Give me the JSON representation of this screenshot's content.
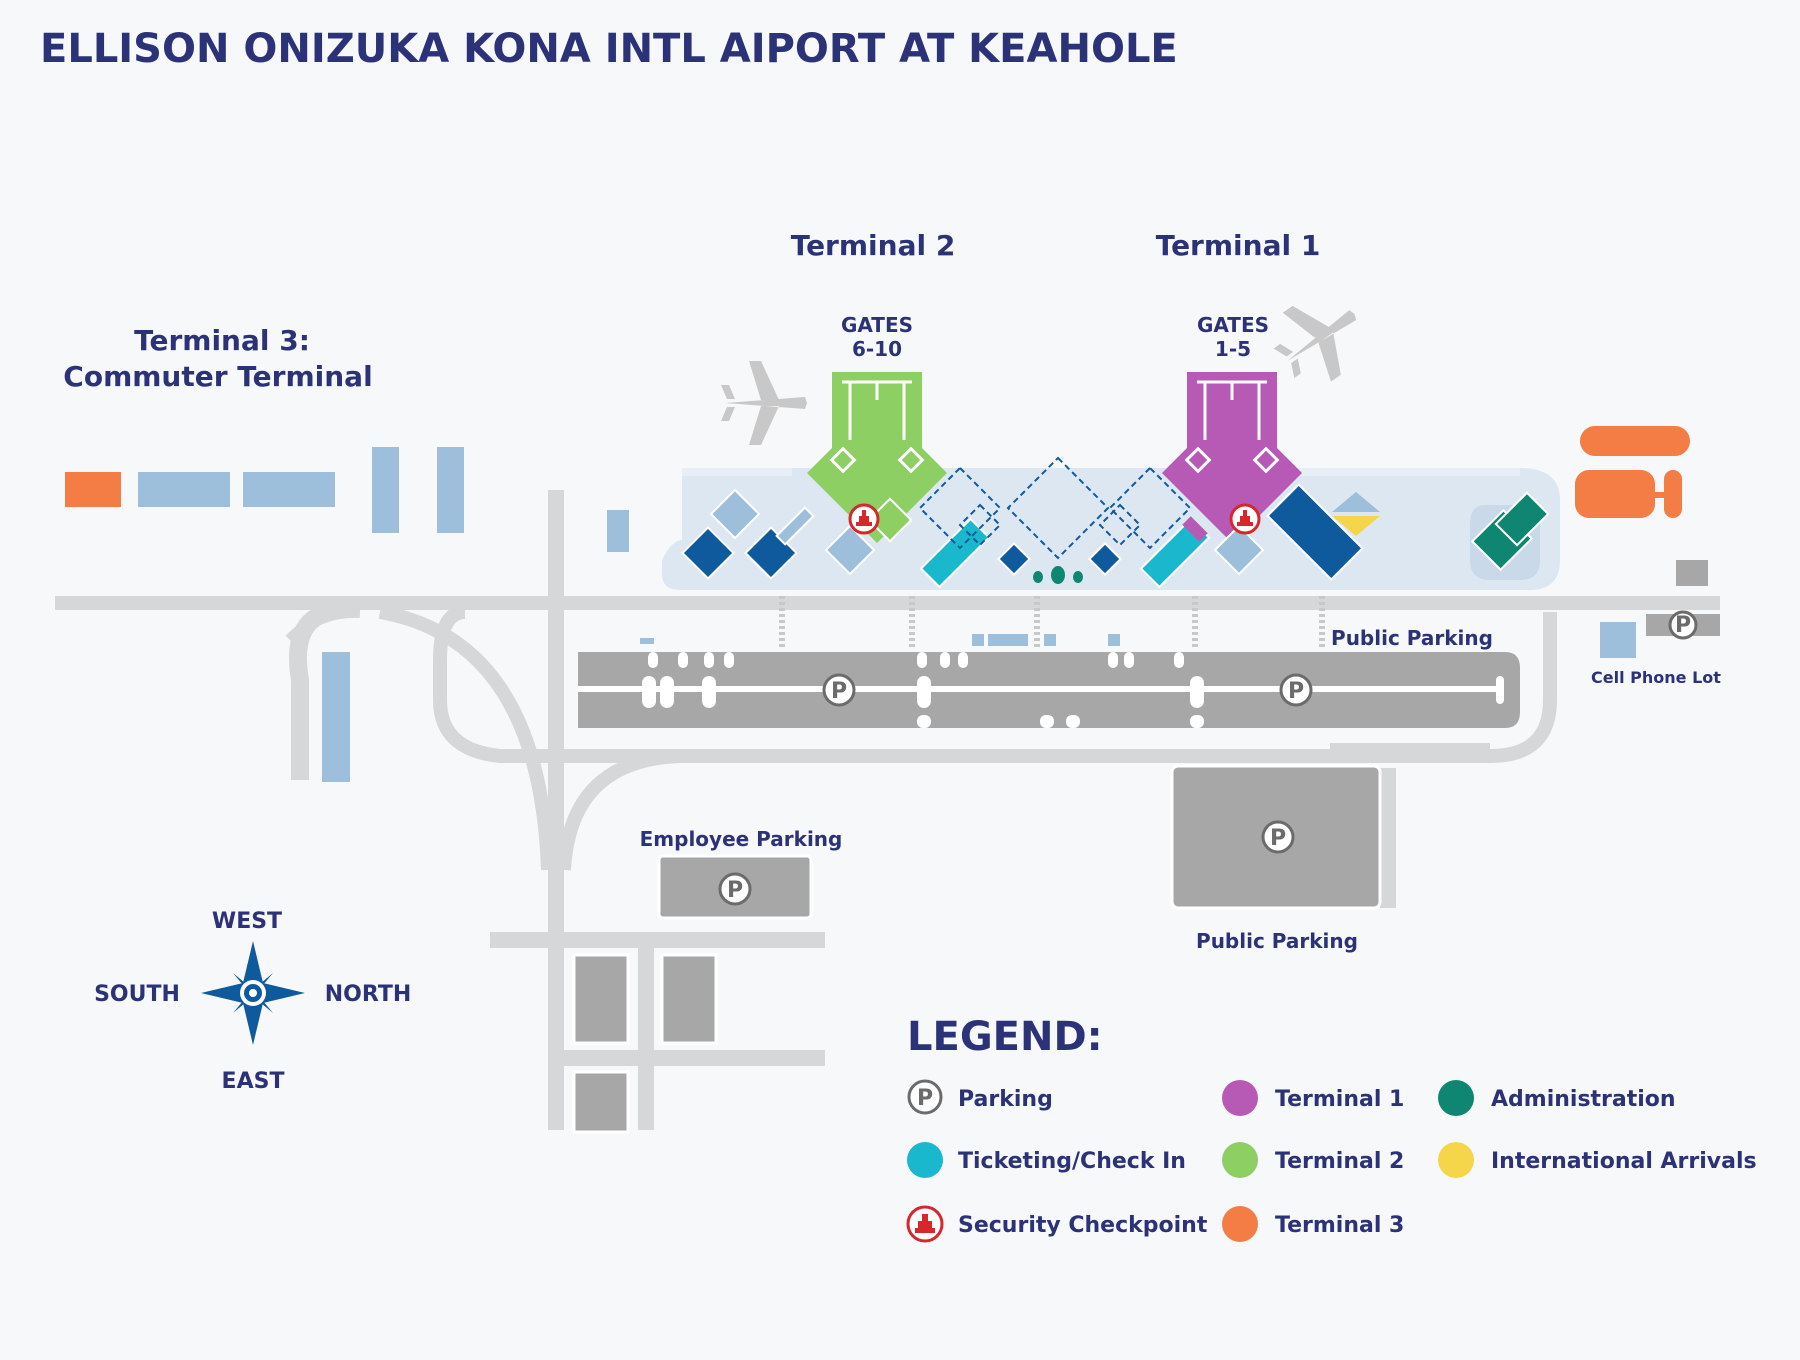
{
  "title": "ELLISON ONIZUKA KONA INTL AIPORT AT KEAHOLE",
  "terminals": {
    "terminal2": {
      "label": "Terminal 2",
      "gates_label": "GATES",
      "gates_range": "6-10"
    },
    "terminal1": {
      "label": "Terminal 1",
      "gates_label": "GATES",
      "gates_range": "1-5"
    },
    "terminal3": {
      "line1": "Terminal 3:",
      "line2": "Commuter Terminal"
    }
  },
  "parking": {
    "public_parking_top": "Public Parking",
    "public_parking_bottom": "Public Parking",
    "employee_parking": "Employee Parking",
    "cell_phone_lot": "Cell Phone Lot",
    "p_symbol": "P"
  },
  "compass": {
    "west": "WEST",
    "south": "SOUTH",
    "north": "NORTH",
    "east": "EAST"
  },
  "legend": {
    "title": "LEGEND:",
    "items": [
      {
        "label": "Parking",
        "color": "#ffffff",
        "icon": "parking-icon"
      },
      {
        "label": "Ticketing/Check In",
        "color": "#1ab8cc",
        "icon": "dot"
      },
      {
        "label": "Security Checkpoint",
        "color": "#d7262c",
        "icon": "security-icon"
      },
      {
        "label": "Terminal 1",
        "color": "#b65ab5",
        "icon": "dot"
      },
      {
        "label": "Terminal 2",
        "color": "#8ecf63",
        "icon": "dot"
      },
      {
        "label": "Terminal 3",
        "color": "#f47c45",
        "icon": "dot"
      },
      {
        "label": "Administration",
        "color": "#0e8671",
        "icon": "dot"
      },
      {
        "label": "International Arrivals",
        "color": "#f5d64a",
        "icon": "dot"
      }
    ]
  },
  "colors": {
    "navy": "#2b3277",
    "road": "#d6d7d8",
    "parking_gray": "#a7a7a7",
    "light_blue": "#9ebfdb",
    "dark_blue": "#0f5a9c",
    "terminal_area": "#dde7f1",
    "terminal1": "#b65ab5",
    "terminal2": "#8ecf63",
    "terminal3": "#f47c45",
    "teal": "#1ab8cc",
    "admin": "#0e8671",
    "intl": "#f5d64a"
  }
}
